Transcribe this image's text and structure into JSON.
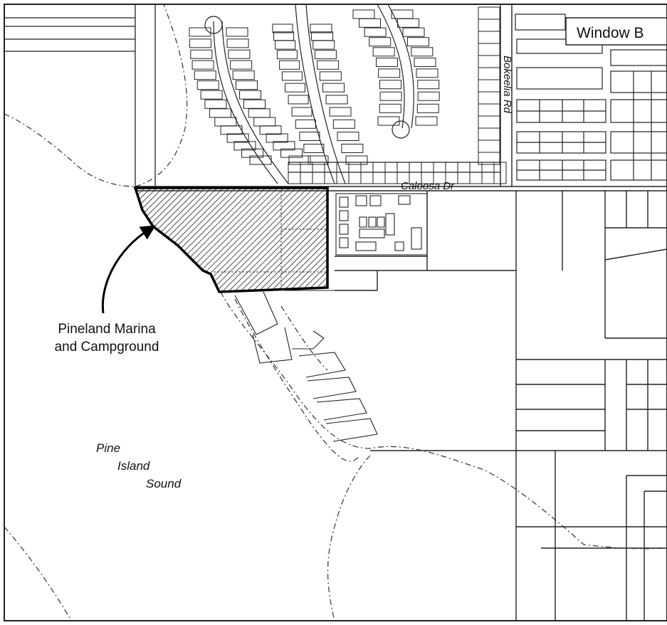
{
  "map": {
    "window_label": "Window B",
    "roads": {
      "east_west": "Caloosa Dr",
      "north_south": "Bokeelia Rd"
    },
    "water_body": {
      "line1": "Pine",
      "line2": "Island",
      "line3": "Sound"
    },
    "callout": {
      "line1": "Pineland Marina",
      "line2": "and Campground",
      "pointer_icon": "curved-arrow-icon"
    },
    "parcel_fill": "diagonal-hatch",
    "colors": {
      "line": "#1a1a1a",
      "background": "#ffffff",
      "highlight_outline": "#000000"
    }
  }
}
